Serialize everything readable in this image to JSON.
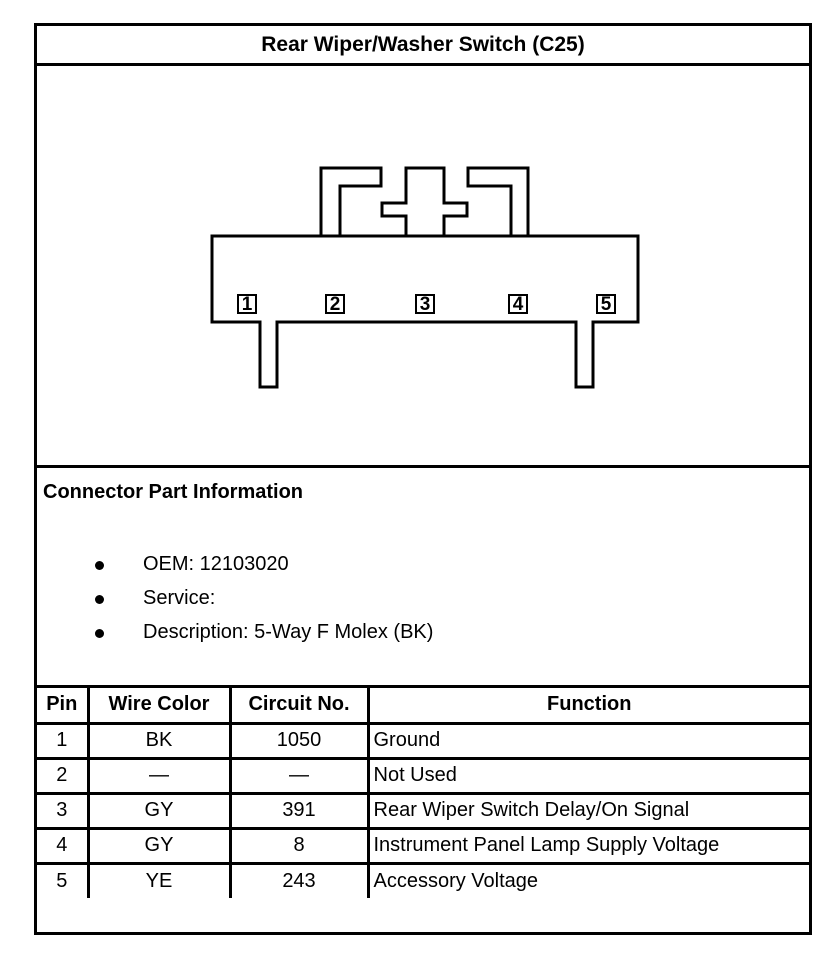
{
  "title": "Rear Wiper/Washer Switch (C25)",
  "connector": {
    "pins": [
      "1",
      "2",
      "3",
      "4",
      "5"
    ]
  },
  "part_info": {
    "heading": "Connector Part Information",
    "items": [
      "OEM: 12103020",
      "Service:",
      "Description: 5-Way F Molex (BK)"
    ]
  },
  "table": {
    "headers": [
      "Pin",
      "Wire Color",
      "Circuit No.",
      "Function"
    ],
    "rows": [
      [
        "1",
        "BK",
        "1050",
        "Ground"
      ],
      [
        "2",
        "—",
        "—",
        "Not Used"
      ],
      [
        "3",
        "GY",
        "391",
        "Rear Wiper Switch Delay/On Signal"
      ],
      [
        "4",
        "GY",
        "8",
        "Instrument Panel Lamp Supply Voltage"
      ],
      [
        "5",
        "YE",
        "243",
        "Accessory Voltage"
      ]
    ]
  }
}
